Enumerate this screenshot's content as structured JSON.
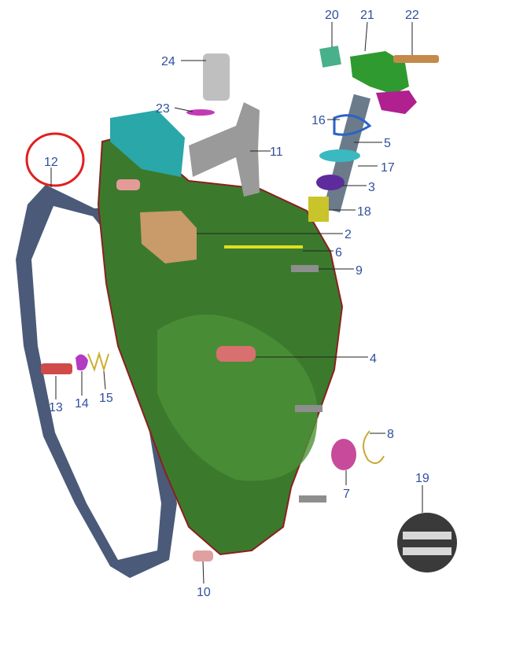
{
  "diagram": {
    "highlight_color": "#e02020",
    "label_color": "#2f4fa0",
    "highlighted_part": "12",
    "parts": [
      {
        "id": "p20",
        "label": "20"
      },
      {
        "id": "p21",
        "label": "21"
      },
      {
        "id": "p22",
        "label": "22"
      },
      {
        "id": "p24",
        "label": "24"
      },
      {
        "id": "p23",
        "label": "23"
      },
      {
        "id": "p16",
        "label": "16"
      },
      {
        "id": "p11",
        "label": "11"
      },
      {
        "id": "p5",
        "label": "5"
      },
      {
        "id": "p17",
        "label": "17"
      },
      {
        "id": "p12",
        "label": "12"
      },
      {
        "id": "p3",
        "label": "3"
      },
      {
        "id": "p18",
        "label": "18"
      },
      {
        "id": "p2",
        "label": "2"
      },
      {
        "id": "p6",
        "label": "6"
      },
      {
        "id": "p9",
        "label": "9"
      },
      {
        "id": "p4",
        "label": "4"
      },
      {
        "id": "p13",
        "label": "13"
      },
      {
        "id": "p14",
        "label": "14"
      },
      {
        "id": "p15",
        "label": "15"
      },
      {
        "id": "p8",
        "label": "8"
      },
      {
        "id": "p19",
        "label": "19"
      },
      {
        "id": "p7",
        "label": "7"
      },
      {
        "id": "p10",
        "label": "10"
      }
    ]
  }
}
